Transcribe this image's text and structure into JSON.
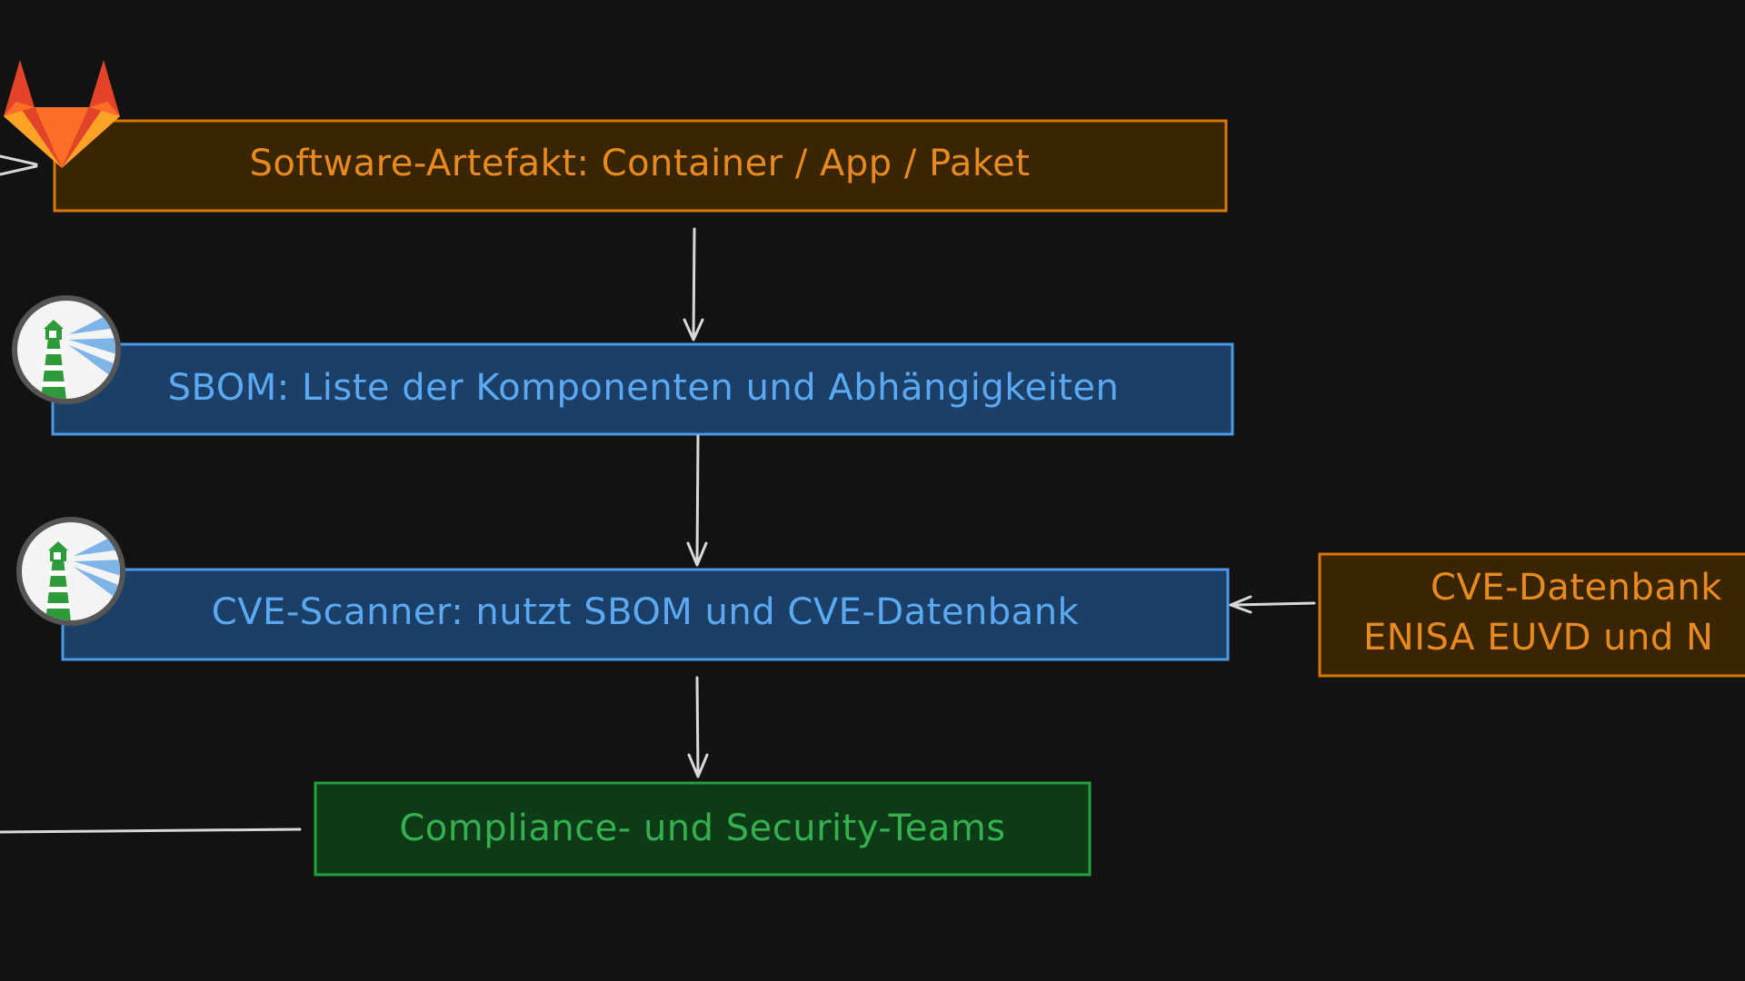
{
  "nodes": {
    "artifact": {
      "label": "Software-Artefakt: Container / App / Paket",
      "fill": "#3a2503",
      "stroke": "#d97706",
      "text_color": "#e88a1f"
    },
    "sbom": {
      "label": "SBOM: Liste der Komponenten und Abhängigkeiten",
      "fill": "#1b3f66",
      "stroke": "#4a9ae8",
      "text_color": "#5aa9f2"
    },
    "scanner": {
      "label": "CVE-Scanner: nutzt SBOM und CVE-Datenbank",
      "fill": "#1b3f66",
      "stroke": "#4a9ae8",
      "text_color": "#5aa9f2"
    },
    "compliance": {
      "label": "Compliance- und Security-Teams",
      "fill": "#0e3b17",
      "stroke": "#22a33a",
      "text_color": "#36b04f"
    },
    "cve_db": {
      "line1": "CVE-Datenbank",
      "line2": "ENISA EUVD und N",
      "fill": "#3a2503",
      "stroke": "#d97706",
      "text_color": "#e88a1f"
    }
  },
  "icons": {
    "gitlab": "gitlab-logo-icon",
    "lighthouse": "lighthouse-icon"
  },
  "edge_color": "#d8d8d8"
}
